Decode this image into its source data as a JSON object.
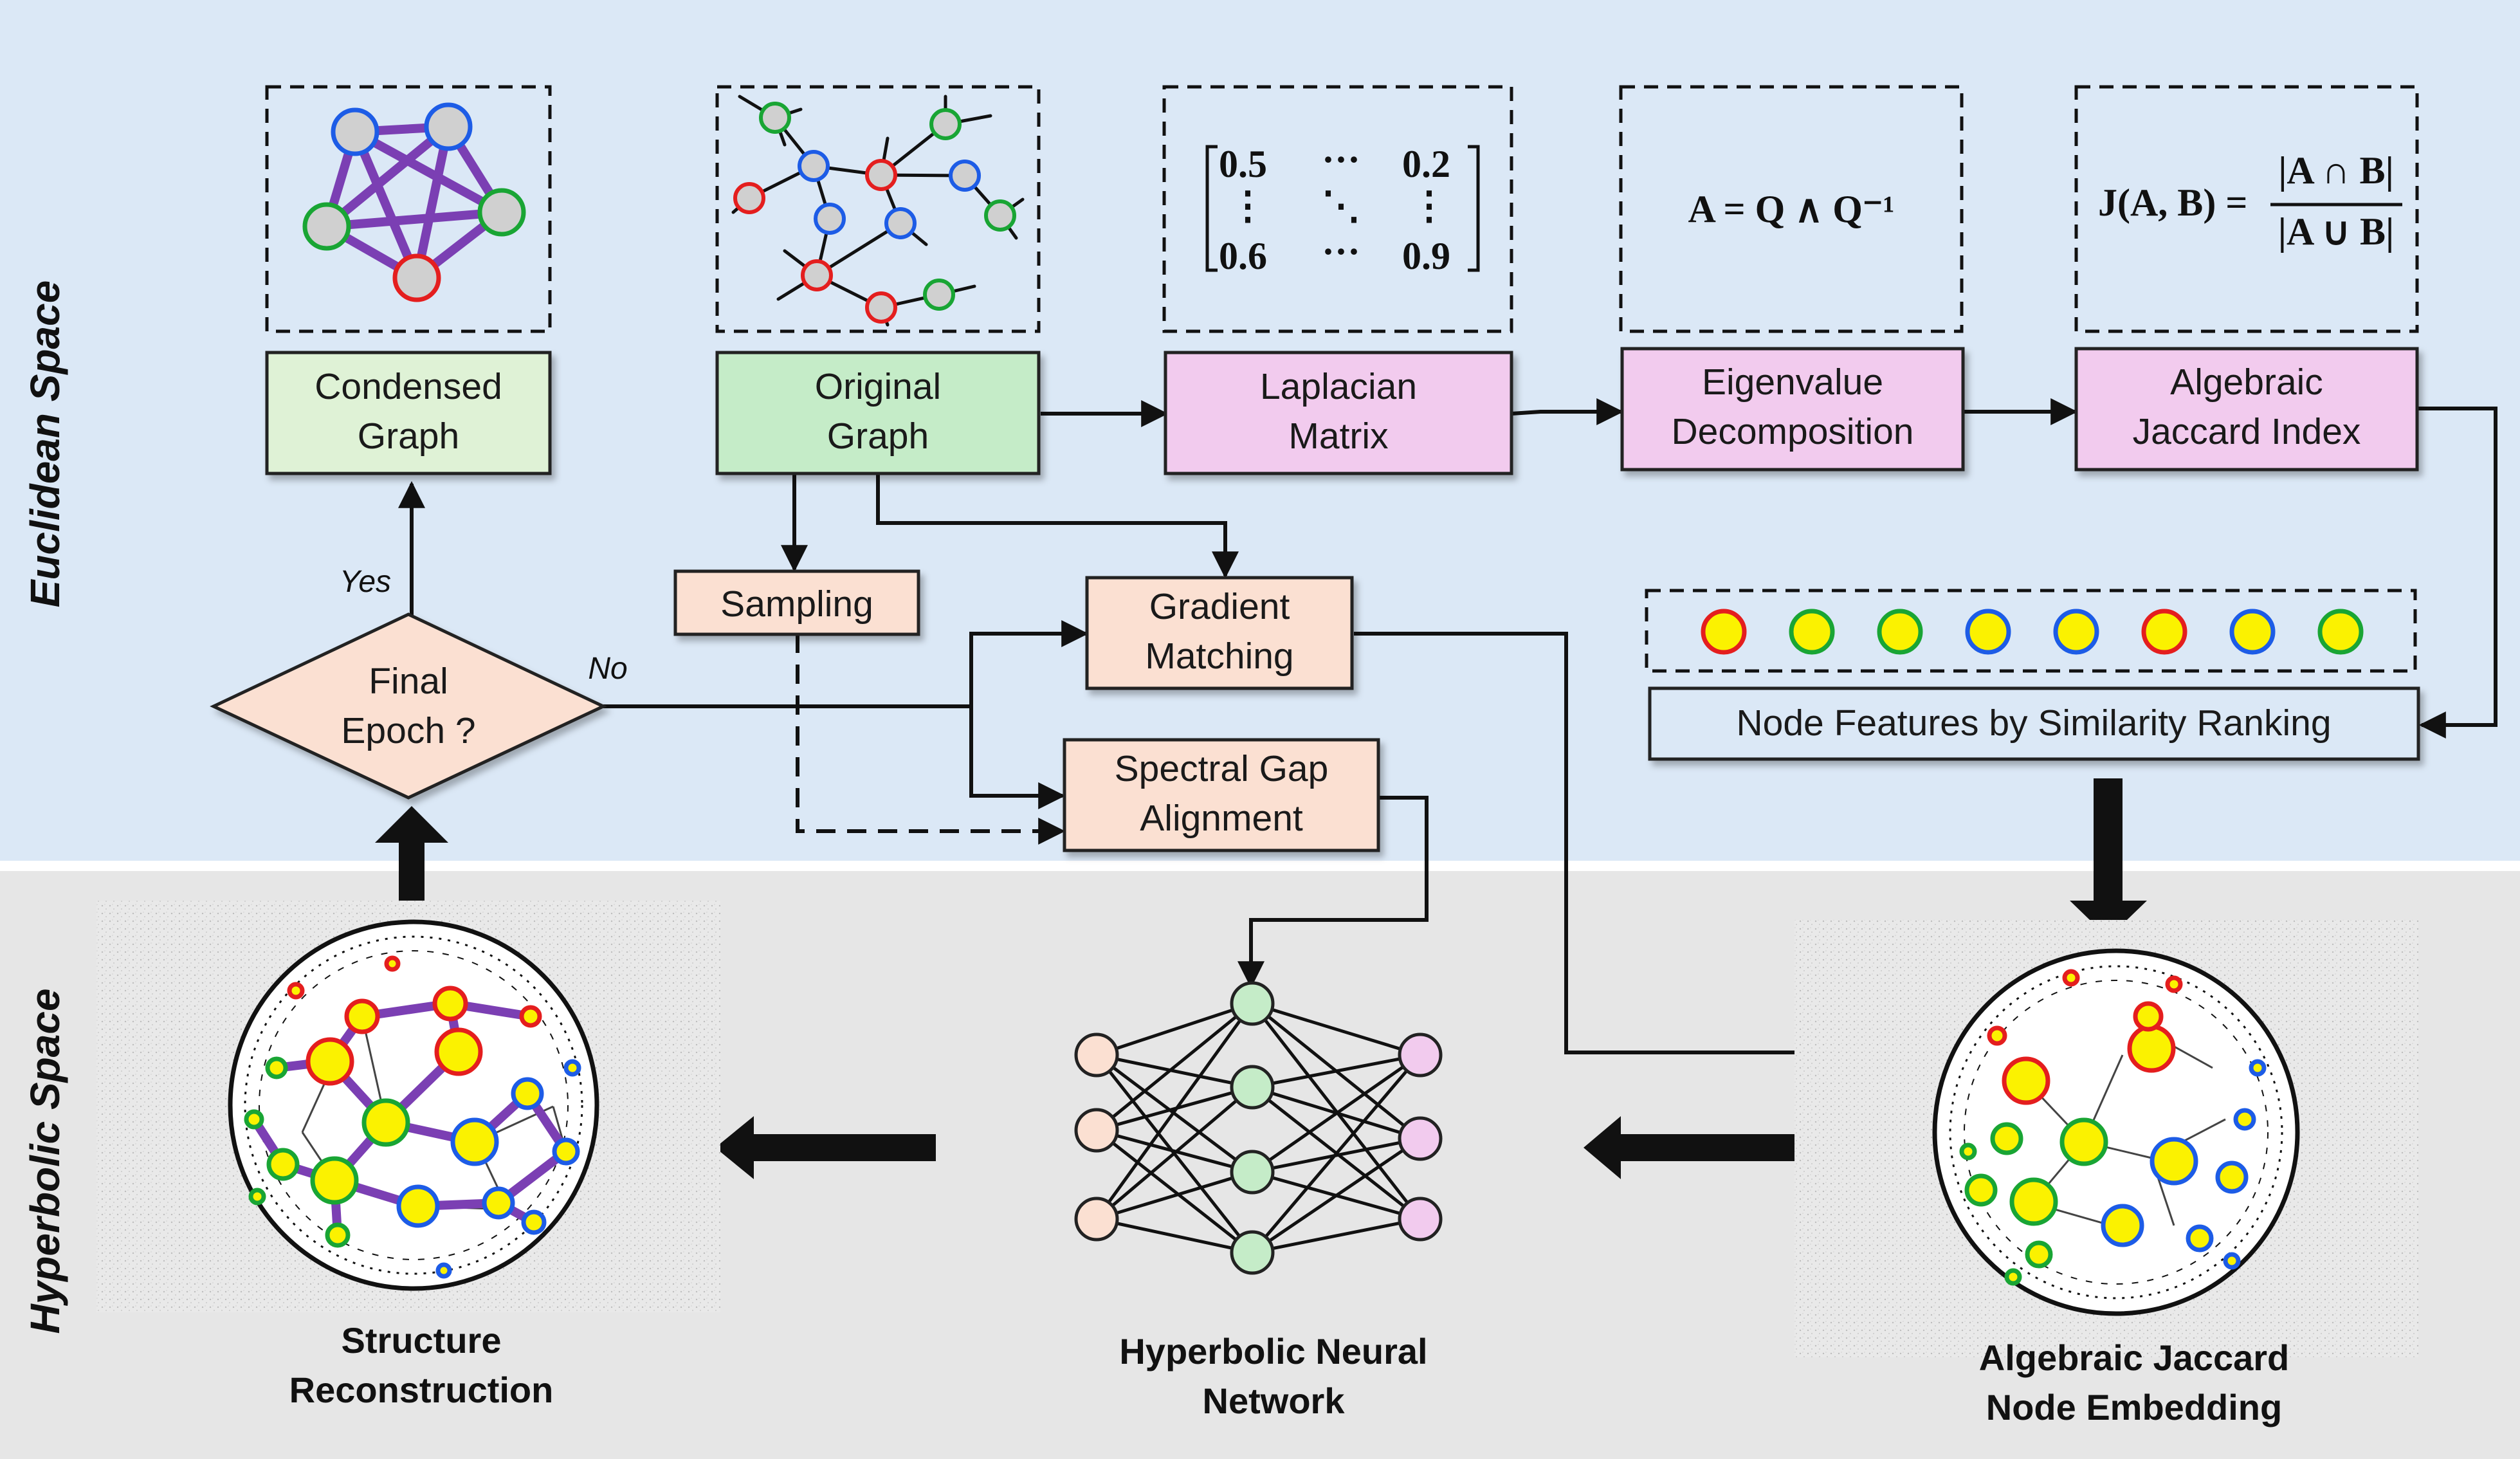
{
  "regions": {
    "euclidean_label": "Euclidean Space",
    "hyperbolic_label": "Hyperbolic Space"
  },
  "boxes": {
    "condensed_graph": [
      "Condensed",
      "Graph"
    ],
    "original_graph": [
      "Original",
      "Graph"
    ],
    "laplacian_matrix": [
      "Laplacian",
      "Matrix"
    ],
    "eigenvalue_decomposition": [
      "Eigenvalue",
      "Decomposition"
    ],
    "algebraic_jaccard_index": [
      "Algebraic",
      "Jaccard Index"
    ],
    "sampling": "Sampling",
    "gradient_matching": [
      "Gradient",
      "Matching"
    ],
    "spectral_gap_alignment": [
      "Spectral Gap",
      "Alignment"
    ],
    "node_features": "Node Features by Similarity Ranking",
    "decision": [
      "Final",
      "Epoch ?"
    ]
  },
  "branch_labels": {
    "yes": "Yes",
    "no": "No"
  },
  "matrix": {
    "top_left": "0.5",
    "top_right": "0.2",
    "bottom_left": "0.6",
    "bottom_right": "0.9"
  },
  "equations": {
    "eigen": "A = Q ∧ Q⁻¹",
    "jaccard_lhs": "J(A, B) =",
    "jaccard_num": "|A ∩ B|",
    "jaccard_den": "|A ∪ B|"
  },
  "captions": {
    "structure": [
      "Structure",
      "Reconstruction"
    ],
    "hnn": [
      "Hyperbolic Neural",
      "Network"
    ],
    "embedding": [
      "Algebraic Jaccard",
      "Node Embedding"
    ]
  },
  "feature_node_colors": [
    "red",
    "green",
    "green",
    "blue",
    "blue",
    "red",
    "blue",
    "green"
  ],
  "colors": {
    "euclidean_bg": "#dbe8f6",
    "hyperbolic_bg": "#e6e6e6",
    "green_box": "#c5ecc8",
    "light_green_box": "#dff2d6",
    "pink_box": "#f2cbee",
    "peach_box": "#fbe0d2",
    "node_fill": "#fbf200",
    "edge_purple": "#7b3fb3",
    "red": "#e41e1e",
    "green": "#19a534",
    "blue": "#1d5ce6"
  }
}
